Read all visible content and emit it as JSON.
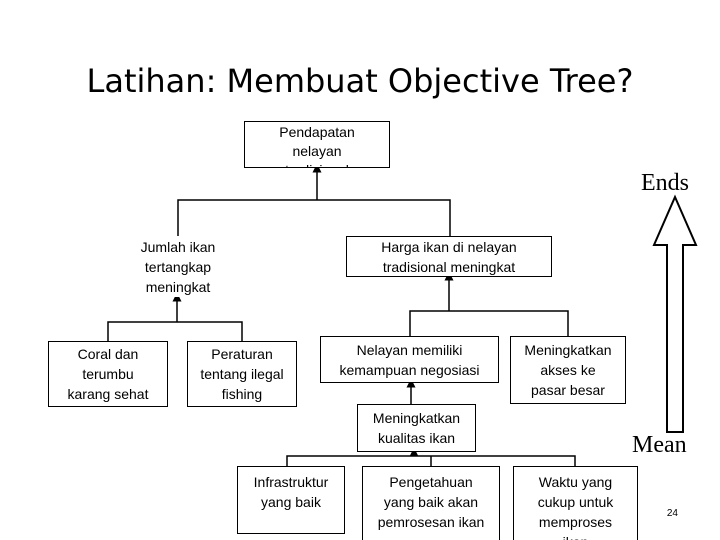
{
  "title": "Latihan: Membuat Objective Tree?",
  "nodes": {
    "root": "Pendapatan\nnelayan\ntradisional\nmeningkat",
    "jumlah": "Jumlah ikan\ntertangkap\nmeningkat",
    "harga": "Harga ikan di nelayan\ntradisional meningkat",
    "coral": "Coral dan\nterumbu\nkarang sehat",
    "peraturan": "Peraturan\ntentang ilegal\nfishing",
    "nelayan_negosiasi": "Nelayan memiliki\nkemampuan negosiasi",
    "akses": "Meningkatkan\nakses ke\npasar besar",
    "kualitas": "Meningkatkan\nkualitas ikan",
    "infrastruktur": "Infrastruktur\nyang baik",
    "pengetahuan": "Pengetahuan\nyang baik akan\npemrosesan ikan",
    "waktu": "Waktu yang\ncukup untuk\nmemproses\nikan"
  },
  "labels": {
    "ends": "Ends",
    "mean": "Mean"
  },
  "page_number": "24"
}
